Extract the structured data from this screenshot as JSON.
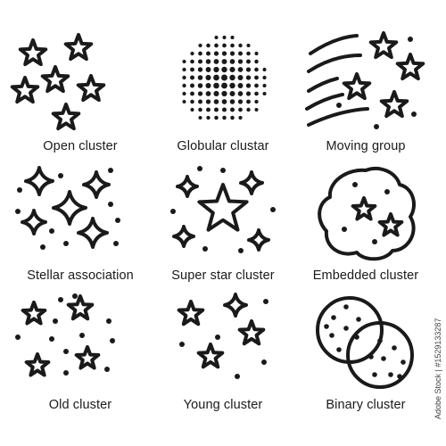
{
  "icons": [
    {
      "caption": "Open cluster",
      "icon": "open-cluster-icon"
    },
    {
      "caption": "Globular clustar",
      "icon": "globular-cluster-icon"
    },
    {
      "caption": "Moving group",
      "icon": "moving-group-icon"
    },
    {
      "caption": "Stellar association",
      "icon": "stellar-association-icon"
    },
    {
      "caption": "Super star cluster",
      "icon": "super-star-cluster-icon"
    },
    {
      "caption": "Embedded cluster",
      "icon": "embedded-cluster-icon"
    },
    {
      "caption": "Old cluster",
      "icon": "old-cluster-icon"
    },
    {
      "caption": "Young cluster",
      "icon": "young-cluster-icon"
    },
    {
      "caption": "Binary cluster",
      "icon": "binary-cluster-icon"
    }
  ],
  "watermark": "Adobe Stock | #1529133287",
  "colors": {
    "stroke": "#1a1a1a",
    "background": "#ffffff"
  }
}
